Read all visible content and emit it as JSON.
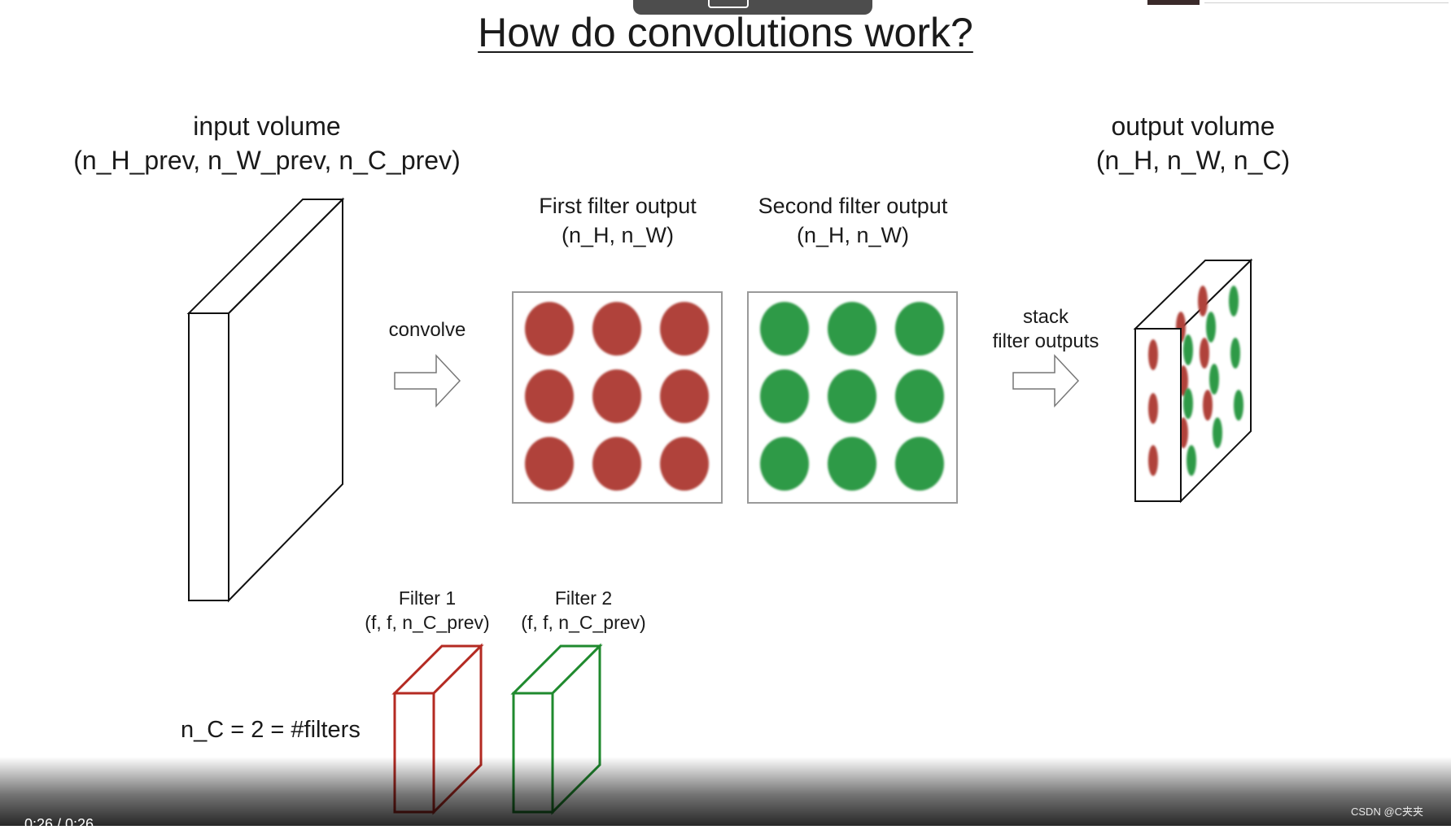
{
  "title": "How do convolutions work?",
  "input_volume": {
    "label": "input volume",
    "shape": "(n_H_prev, n_W_prev, n_C_prev)"
  },
  "output_volume": {
    "label": "output volume",
    "shape": "(n_H, n_W, n_C)"
  },
  "convolve_label": "convolve",
  "stack_label": {
    "line1": "stack",
    "line2": "filter outputs"
  },
  "first_output": {
    "label": "First filter output",
    "shape": "(n_H, n_W)",
    "color": "#b0433a"
  },
  "second_output": {
    "label": "Second filter output",
    "shape": "(n_H, n_W)",
    "color": "#2e9a47"
  },
  "filter1": {
    "label": "Filter 1",
    "shape": "(f, f, n_C_prev)",
    "color": "#b42a22"
  },
  "filter2": {
    "label": "Filter 2",
    "shape": "(f, f, n_C_prev)",
    "color": "#1f8a2e"
  },
  "nc_equation": "n_C = 2 = #filters",
  "video": {
    "time": "0:26 / 0:26"
  },
  "watermark": "CSDN @C夹夹"
}
